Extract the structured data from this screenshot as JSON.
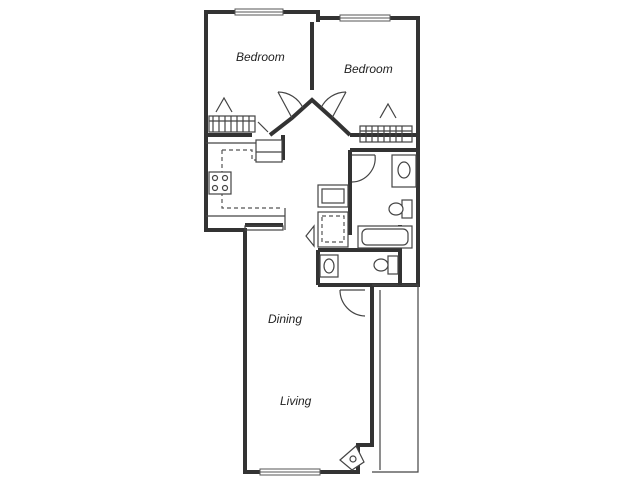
{
  "rooms": {
    "bedroom_left": "Bedroom",
    "bedroom_right": "Bedroom",
    "dining": "Dining",
    "living": "Living"
  },
  "colors": {
    "wall": "#333333",
    "background": "#ffffff"
  }
}
